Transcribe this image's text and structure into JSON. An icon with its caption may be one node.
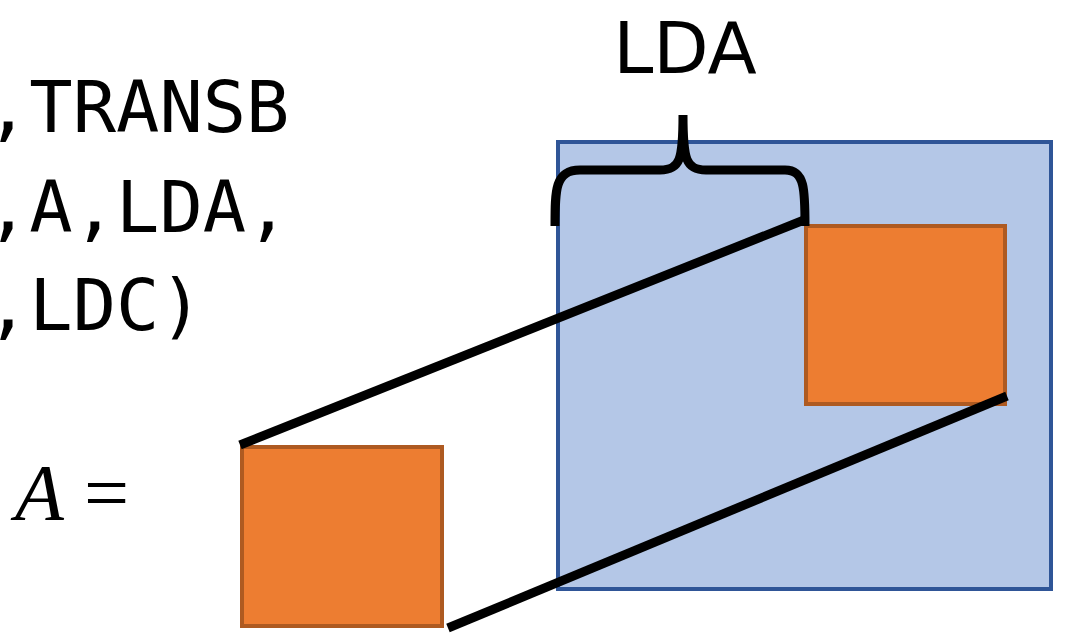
{
  "diagram": {
    "nodes": [
      {
        "text": [],
        "shape": "box"
      },
      {
        "text": [],
        "shape": "box",
        "in": 0
      },
      {
        "text": [],
        "shape": "box"
      }
    ],
    "edges": [
      {
        "from": 2,
        "to": 1,
        "arrow": "none"
      },
      {
        "from": 2,
        "to": 1,
        "arrow": "none"
      }
    ],
    "labels": [
      ",TRANSB",
      ",A,LDA,",
      ",LDC)",
      "LDA",
      "*A* ="
    ]
  }
}
